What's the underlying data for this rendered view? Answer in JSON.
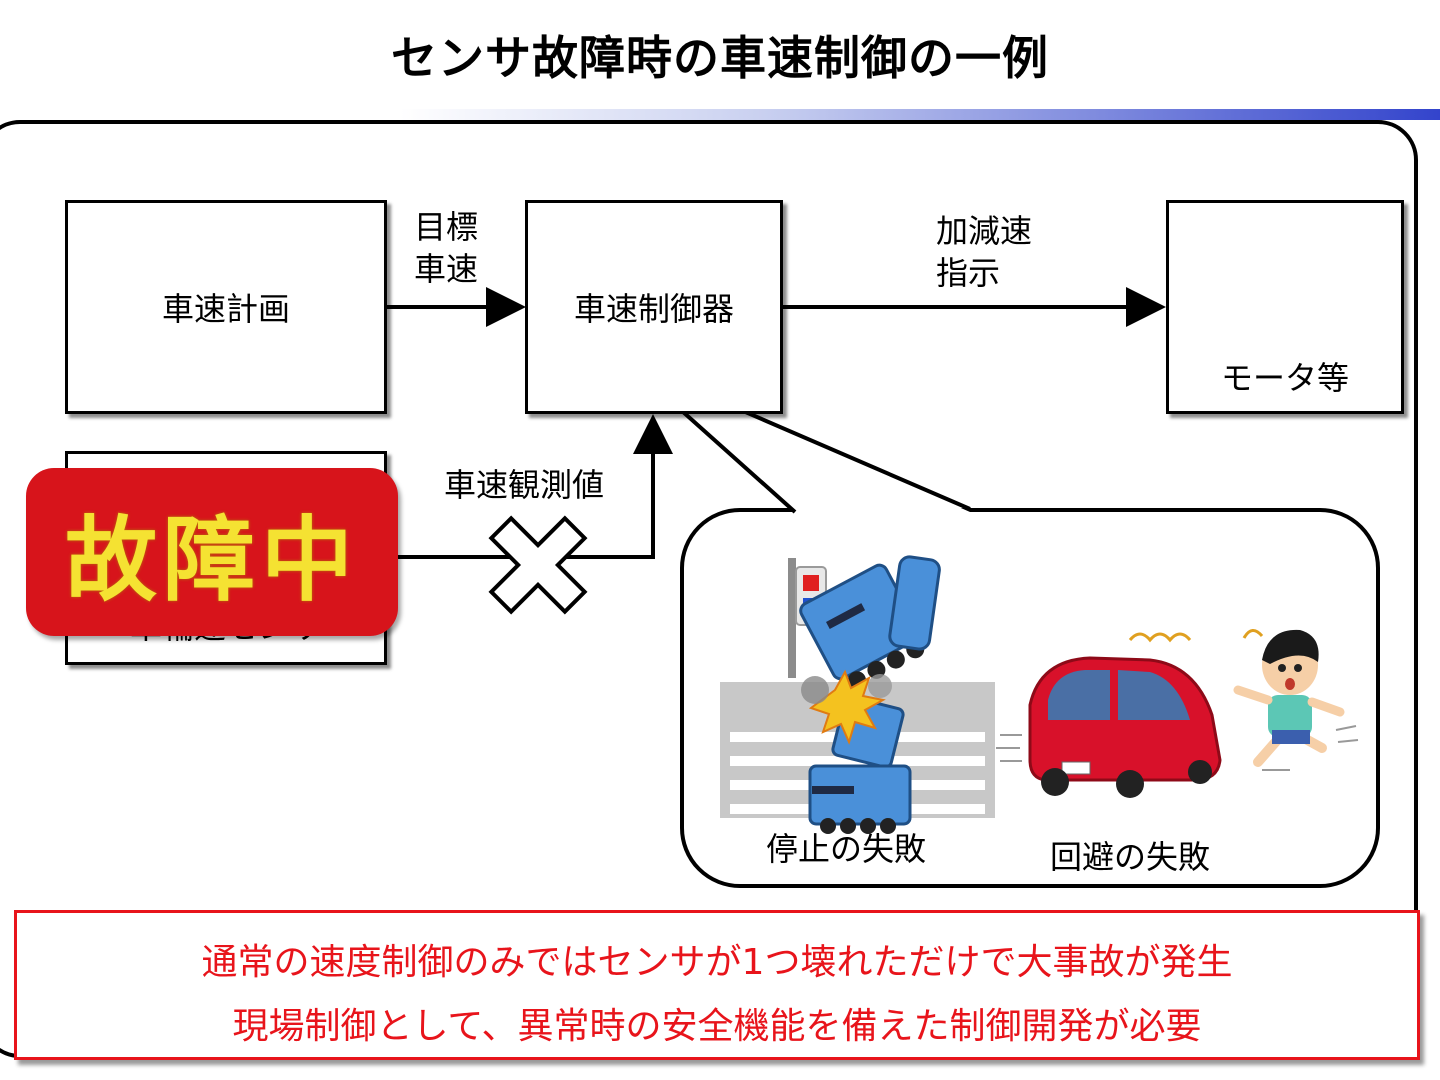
{
  "title": "センサ故障時の車速制御の一例",
  "boxes": {
    "speed_plan": "車速計画",
    "speed_controller": "車速制御器",
    "motor": "モータ等",
    "wheel_sensor": "車輪速センサ"
  },
  "arrows": {
    "target_speed_line1": "目標",
    "target_speed_line2": "車速",
    "accel_line1": "加減速",
    "accel_line2": "指示",
    "observed_speed": "車速観測値"
  },
  "stamp": {
    "text": "故障中"
  },
  "bubble": {
    "stop_failure": "停止の失敗",
    "avoid_failure": "回避の失敗"
  },
  "conclusion": {
    "line1": "通常の速度制御のみではセンサが1つ壊れただけで大事故が発生",
    "line2": "現場制御として、異常時の安全機能を備えた制御開発が必要"
  },
  "colors": {
    "accent_red": "#e8141b",
    "stamp_red": "#d7141b",
    "stamp_text": "#f5e232",
    "robot_blue": "#4a90d9",
    "car_red": "#d8112a"
  },
  "icons": [
    "motor-icon",
    "crossed-out-icon",
    "traffic-light-icon",
    "robot-crash-icon",
    "car-icon",
    "running-boy-icon"
  ]
}
